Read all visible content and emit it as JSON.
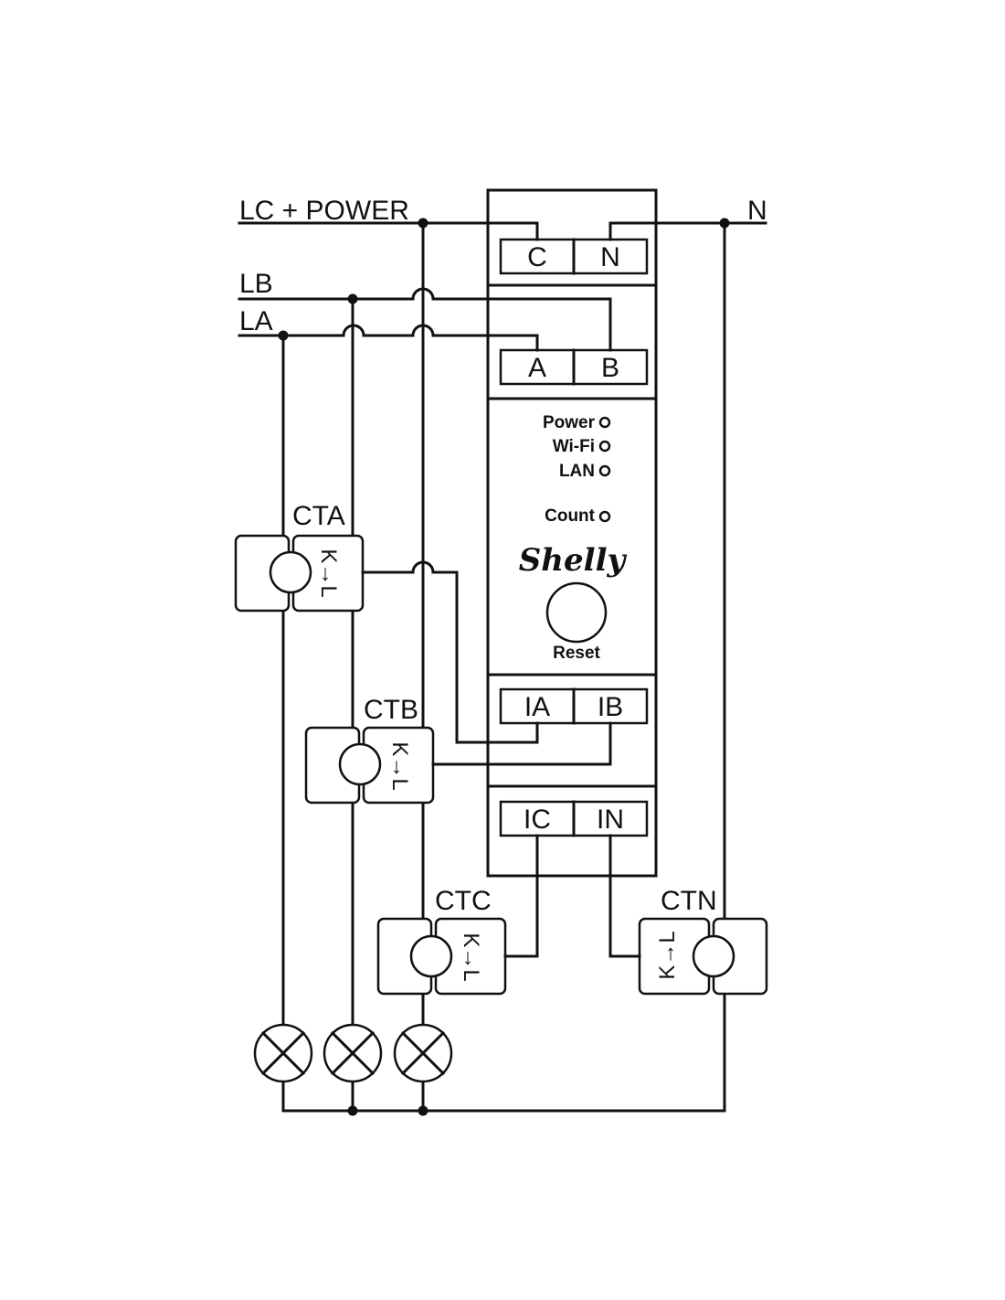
{
  "lines": {
    "lc_power": "LC + POWER",
    "neutral": "N",
    "lb": "LB",
    "la": "LA"
  },
  "terminals": {
    "c": "C",
    "n": "N",
    "a": "A",
    "b": "B",
    "ia": "IA",
    "ib": "IB",
    "ic": "IC",
    "in": "IN"
  },
  "indicators": {
    "power": "Power",
    "wifi": "Wi-Fi",
    "lan": "LAN",
    "count": "Count"
  },
  "brand": "Shelly",
  "reset_label": "Reset",
  "current_transformers": {
    "cta": "CTA",
    "ctb": "CTB",
    "ctc": "CTC",
    "ctn": "CTN",
    "orientation": "K→L"
  }
}
